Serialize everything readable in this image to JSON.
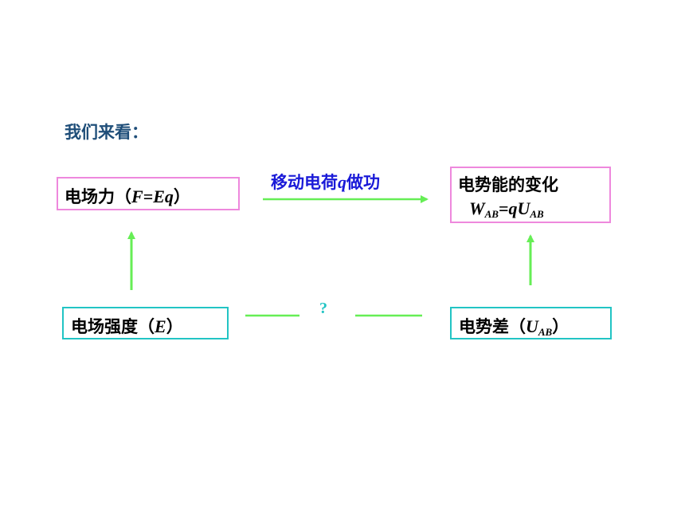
{
  "heading": "我们来看：",
  "nodes": {
    "force": {
      "label": "电场力（",
      "formula": "F=Eq",
      "close": "）"
    },
    "energy": {
      "label": "电势能的变化",
      "formula_w": "W",
      "formula_sub1": "AB",
      "formula_mid": "=qU",
      "formula_sub2": "AB"
    },
    "field": {
      "label": "电场强度（",
      "formula": "E",
      "close": "）"
    },
    "potential": {
      "label": "电势差（",
      "formula": "U",
      "formula_sub": "AB",
      "close": "）"
    }
  },
  "edges": {
    "work_label_a": "移动电荷",
    "work_label_q": "q",
    "work_label_b": "做功",
    "unknown_label": "?"
  },
  "colors": {
    "arrow": "#66ee55",
    "heading": "#1f4e79",
    "work_label": "#1a1ad8",
    "pink_border": "#ee88dd",
    "teal_border": "#22c4c4"
  }
}
